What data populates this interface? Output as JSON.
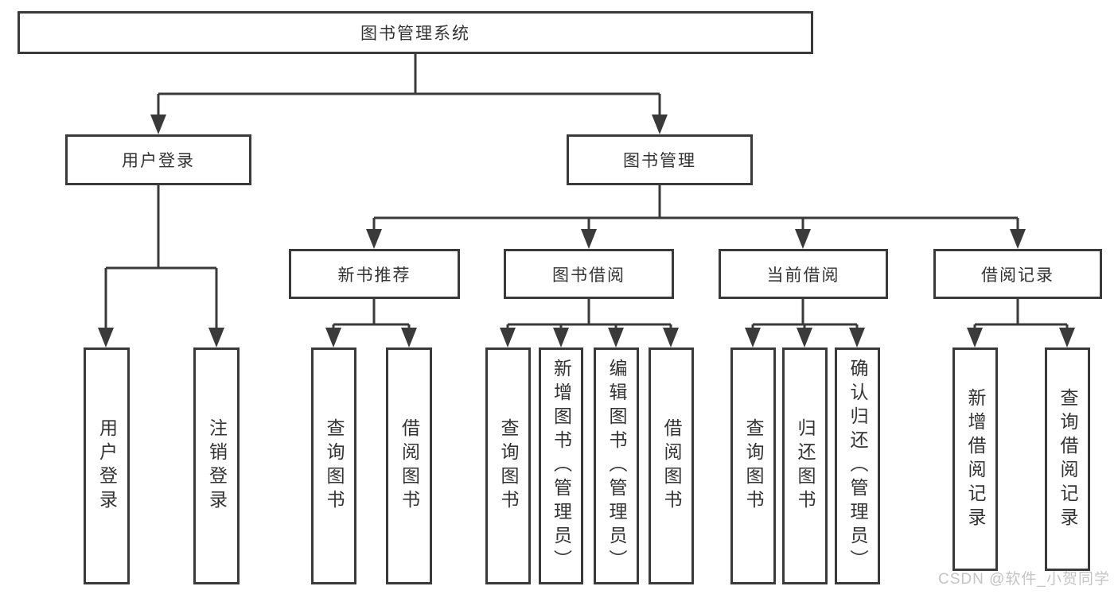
{
  "diagram": {
    "title_node": {
      "label": "图书管理系统"
    },
    "level2": [
      {
        "id": "user-login",
        "label": "用户登录"
      },
      {
        "id": "book-management",
        "label": "图书管理"
      }
    ],
    "level3": [
      {
        "id": "new-book-recommend",
        "label": "新书推荐"
      },
      {
        "id": "book-borrow",
        "label": "图书借阅"
      },
      {
        "id": "current-borrow",
        "label": "当前借阅"
      },
      {
        "id": "borrow-records",
        "label": "借阅记录"
      }
    ],
    "leaves": [
      {
        "parent": "user-login",
        "label": "用户登录"
      },
      {
        "parent": "user-login",
        "label": "注销登录"
      },
      {
        "parent": "new-book-recommend",
        "label": "查询图书"
      },
      {
        "parent": "new-book-recommend",
        "label": "借阅图书"
      },
      {
        "parent": "book-borrow",
        "label": "查询图书"
      },
      {
        "parent": "book-borrow",
        "label": "新增图书（管理员）"
      },
      {
        "parent": "book-borrow",
        "label": "编辑图书（管理员）"
      },
      {
        "parent": "book-borrow",
        "label": "借阅图书"
      },
      {
        "parent": "current-borrow",
        "label": "查询图书"
      },
      {
        "parent": "current-borrow",
        "label": "归还图书"
      },
      {
        "parent": "current-borrow",
        "label": "确认归还（管理员）"
      },
      {
        "parent": "borrow-records",
        "label": "新增借阅记录"
      },
      {
        "parent": "borrow-records",
        "label": "查询借阅记录"
      }
    ]
  },
  "watermark": {
    "text": "CSDN @软件_小贺同学"
  },
  "colors": {
    "line": "#3a3a3a",
    "text": "#333333",
    "background": "#ffffff",
    "watermark": "#c4c4c4"
  }
}
